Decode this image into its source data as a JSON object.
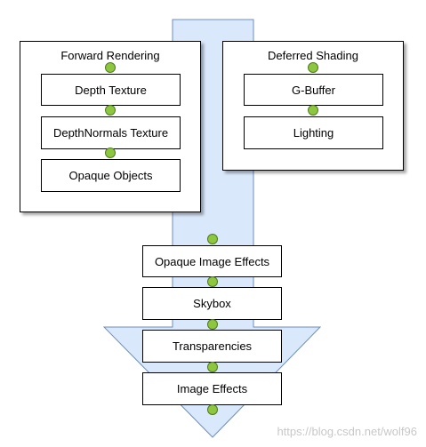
{
  "colors": {
    "arrow_fill": "#dae8fc",
    "arrow_stroke": "#6c8ebf",
    "connector_dot": "#8dc63f"
  },
  "forward_rendering": {
    "title": "Forward Rendering",
    "steps": [
      "Depth Texture",
      "DepthNormals Texture",
      "Opaque Objects"
    ]
  },
  "deferred_shading": {
    "title": "Deferred Shading",
    "steps": [
      "G-Buffer",
      "Lighting"
    ]
  },
  "pipeline": {
    "steps": [
      "Opaque Image Effects",
      "Skybox",
      "Transparencies",
      "Image Effects"
    ]
  },
  "watermark": "https://blog.csdn.net/wolf96"
}
